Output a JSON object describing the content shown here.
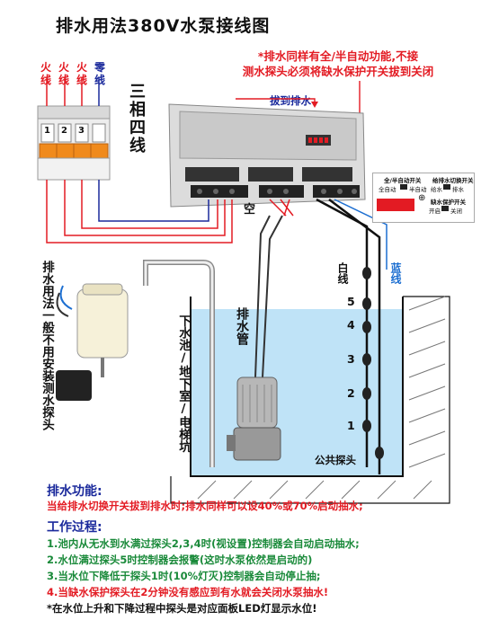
{
  "title": "排水用法380V水泵接线图",
  "note": {
    "line1": "*排水同样有全/半自动功能,不接",
    "line2": "测水探头必须将缺水保护开关拔到关闭"
  },
  "pull_to_drain": "拔到排水",
  "phase_wires": [
    "火线",
    "火线",
    "火线",
    "零线"
  ],
  "three_phase": "三相四线",
  "kong": "空",
  "breaker_numbers": [
    "1",
    "2",
    "3"
  ],
  "side_note": "排水用法一般不用安装测水探头",
  "pool_label": "下水池/地下室/电梯坑",
  "pipe_label": "排水管",
  "white_wire": "白线",
  "blue_wire": "蓝线",
  "probe_levels": [
    "5",
    "4",
    "3",
    "2",
    "1"
  ],
  "common_probe": "公共探头",
  "dip": {
    "title1": "全/半自动开关",
    "auto1": "全自动",
    "auto2": "半自动",
    "title2": "给排水切换开关",
    "feed": "给水",
    "drain": "排水",
    "title3": "缺水保护开关",
    "on": "开启",
    "off": "关闭"
  },
  "drain_function": {
    "heading": "排水功能:",
    "text": "当给排水切换开关拔到排水时;排水同样可以设40%或70%启动抽水;"
  },
  "process": {
    "heading": "工作过程:",
    "steps": [
      "1.池内从无水到水满过探头2,3,4时(视设置)控制器会自动启动抽水;",
      "2.水位满过探头5时控制器会报警(这时水泵依然是启动的)",
      "3.当水位下降低于探头1时(10%灯灭)控制器会自动停止抽;",
      "4.当缺水保护探头在2分钟没有感应到有水就会关闭水泵抽水!"
    ],
    "footnote": "*在水位上升和下降过程中探头是对应面板LED灯显示水位!"
  },
  "colors": {
    "red": "#e31b23",
    "navy": "#1b2a9c",
    "green": "#1a8a3a",
    "water": "#bfe3f7",
    "breaker_orange": "#f08a1c"
  }
}
